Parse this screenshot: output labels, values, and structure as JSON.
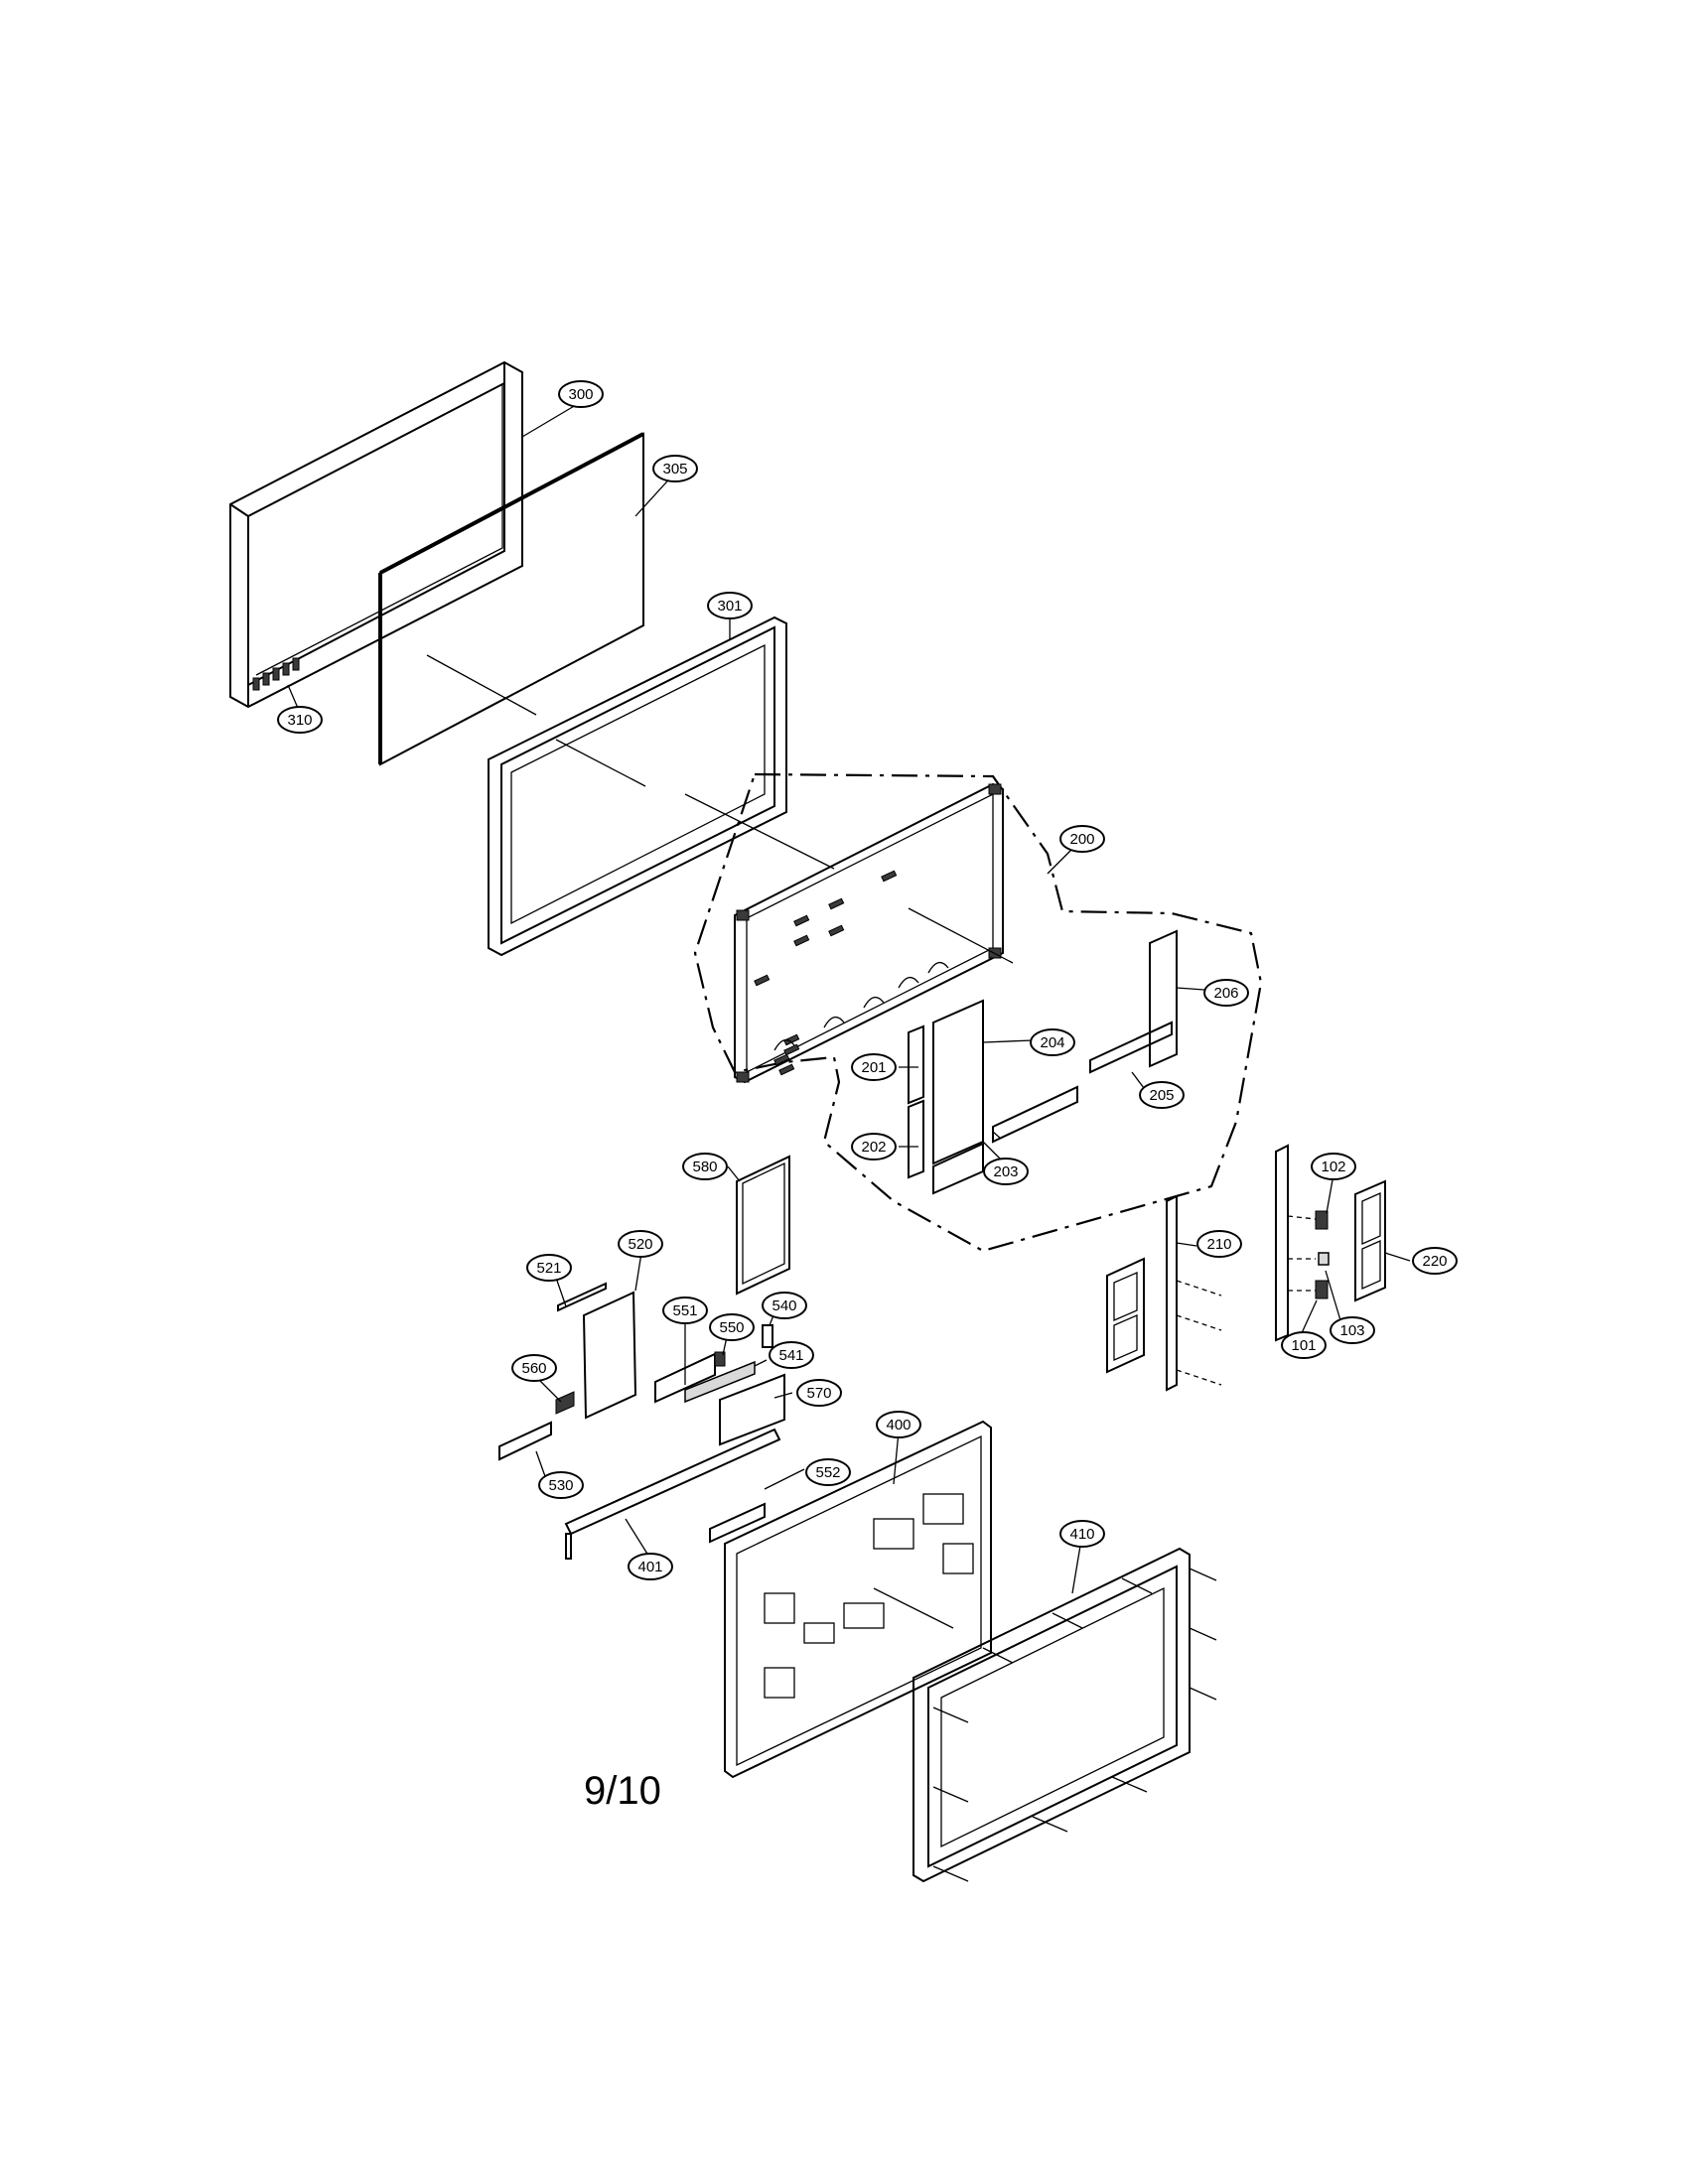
{
  "page_number": "9/10",
  "parts": [
    {
      "id": "p300",
      "label": "300"
    },
    {
      "id": "p305",
      "label": "305"
    },
    {
      "id": "p301",
      "label": "301"
    },
    {
      "id": "p310",
      "label": "310"
    },
    {
      "id": "p200",
      "label": "200"
    },
    {
      "id": "p206",
      "label": "206"
    },
    {
      "id": "p204",
      "label": "204"
    },
    {
      "id": "p201",
      "label": "201"
    },
    {
      "id": "p205",
      "label": "205"
    },
    {
      "id": "p202",
      "label": "202"
    },
    {
      "id": "p203",
      "label": "203"
    },
    {
      "id": "p580",
      "label": "580"
    },
    {
      "id": "p102",
      "label": "102"
    },
    {
      "id": "p210",
      "label": "210"
    },
    {
      "id": "p220",
      "label": "220"
    },
    {
      "id": "p103",
      "label": "103"
    },
    {
      "id": "p101",
      "label": "101"
    },
    {
      "id": "p521",
      "label": "521"
    },
    {
      "id": "p520",
      "label": "520"
    },
    {
      "id": "p551",
      "label": "551"
    },
    {
      "id": "p540",
      "label": "540"
    },
    {
      "id": "p550",
      "label": "550"
    },
    {
      "id": "p541",
      "label": "541"
    },
    {
      "id": "p560",
      "label": "560"
    },
    {
      "id": "p570",
      "label": "570"
    },
    {
      "id": "p400",
      "label": "400"
    },
    {
      "id": "p552",
      "label": "552"
    },
    {
      "id": "p530",
      "label": "530"
    },
    {
      "id": "p401",
      "label": "401"
    },
    {
      "id": "p410",
      "label": "410"
    }
  ]
}
